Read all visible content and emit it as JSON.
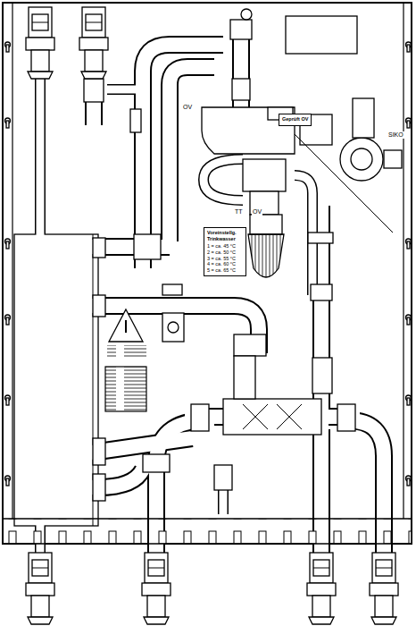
{
  "diagram": {
    "nodes": [
      {
        "text": [
          "Voreinstellg. Trinkwasser",
          "1 = ca. 45 °C",
          "2 = ca. 50 °C",
          "3 = ca. 55 °C",
          "4 = ca. 60 °C",
          "5 = ca. 65 °C"
        ]
      },
      {
        "text": [
          "Geprüft OV"
        ]
      }
    ],
    "labels": [
      "OV",
      "SIKO",
      "TT",
      "OV"
    ]
  }
}
